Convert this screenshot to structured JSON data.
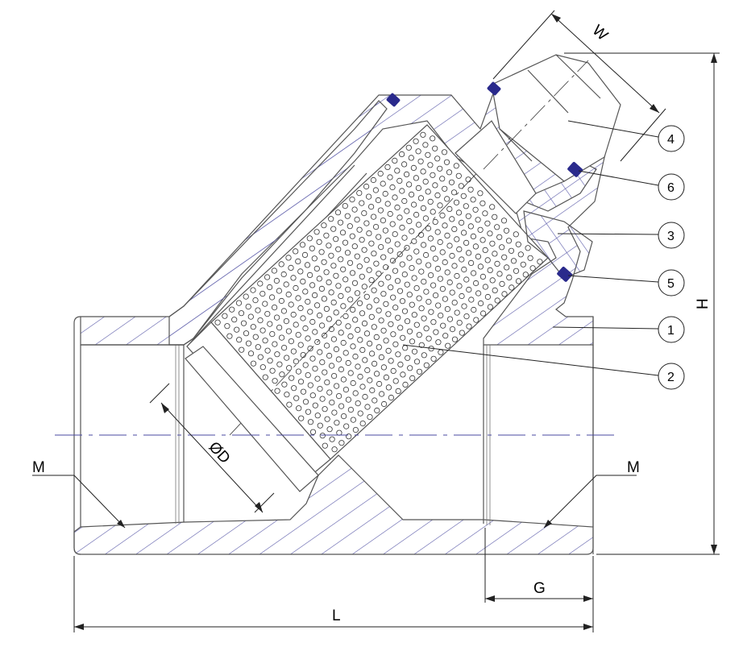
{
  "dimensions": {
    "w": "W",
    "h": "H",
    "l": "L",
    "g": "G",
    "d": "ØD",
    "m_left": "M",
    "m_right": "M"
  },
  "callouts": [
    {
      "number": "4"
    },
    {
      "number": "6"
    },
    {
      "number": "3"
    },
    {
      "number": "5"
    },
    {
      "number": "1"
    },
    {
      "number": "2"
    }
  ],
  "colors": {
    "hatch": "#5a5aa8",
    "seal": "#2a2a8c",
    "centerline": "#4a4aa0",
    "outline": "#555555",
    "screen_hole": "#333333"
  }
}
